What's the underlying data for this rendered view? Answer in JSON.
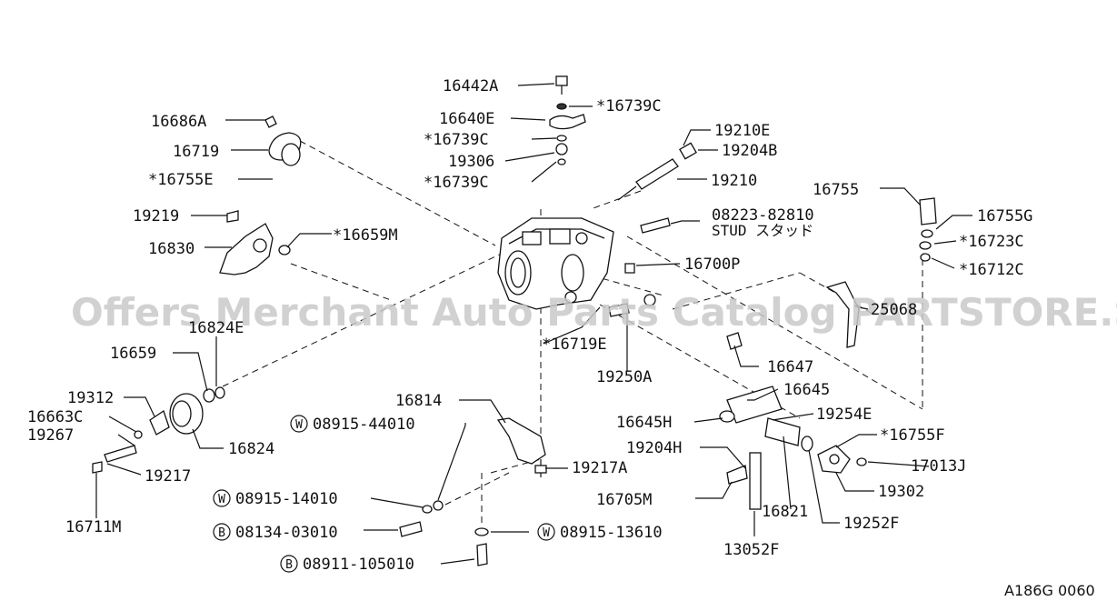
{
  "watermark": "Offers Merchant Auto Parts Catalog PARTSTORE.SA",
  "diagram_ref": "A186G 0060",
  "parts": {
    "p16442A": "16442A",
    "p16739C_1": "*16739C",
    "p16640E": "16640E",
    "p16739C_2": "*16739C",
    "p19306": "19306",
    "p16739C_3": "*16739C",
    "p19210E": "19210E",
    "p19204B": "19204B",
    "p19210": "19210",
    "p08223": "08223-82810",
    "stud": "STUD スタッド",
    "p16700P": "16700P",
    "p16686A": "16686A",
    "p16719": "16719",
    "p16755E": "*16755E",
    "p19219": "19219",
    "p16830": "16830",
    "p16659M": "*16659M",
    "p16755": "16755",
    "p16755G": "16755G",
    "p16723C": "*16723C",
    "p16712C": "*16712C",
    "p25068": "25068",
    "p16824E": "16824E",
    "p16659": "16659",
    "p16719E": "*16719E",
    "p19250A": "19250A",
    "p16647": "16647",
    "p16645": "16645",
    "p19312": "19312",
    "p16663C": "16663C",
    "p19267": "19267",
    "p16824": "16824",
    "p19217": "19217",
    "p16711M": "16711M",
    "p16814": "16814",
    "p08915_44010": "08915-44010",
    "p19217A": "19217A",
    "p16645H": "16645H",
    "p19254E": "19254E",
    "p16755F": "*16755F",
    "p19204H": "19204H",
    "p17013J": "17013J",
    "p19302": "19302",
    "p16705M": "16705M",
    "p16821": "16821",
    "p19252F": "19252F",
    "p13052F": "13052F",
    "p08915_14010": "08915-14010",
    "p08134": "08134-03010",
    "p08915_13610": "08915-13610",
    "p08911": "08911-105010"
  },
  "markers": {
    "W": "W",
    "B": "B"
  }
}
